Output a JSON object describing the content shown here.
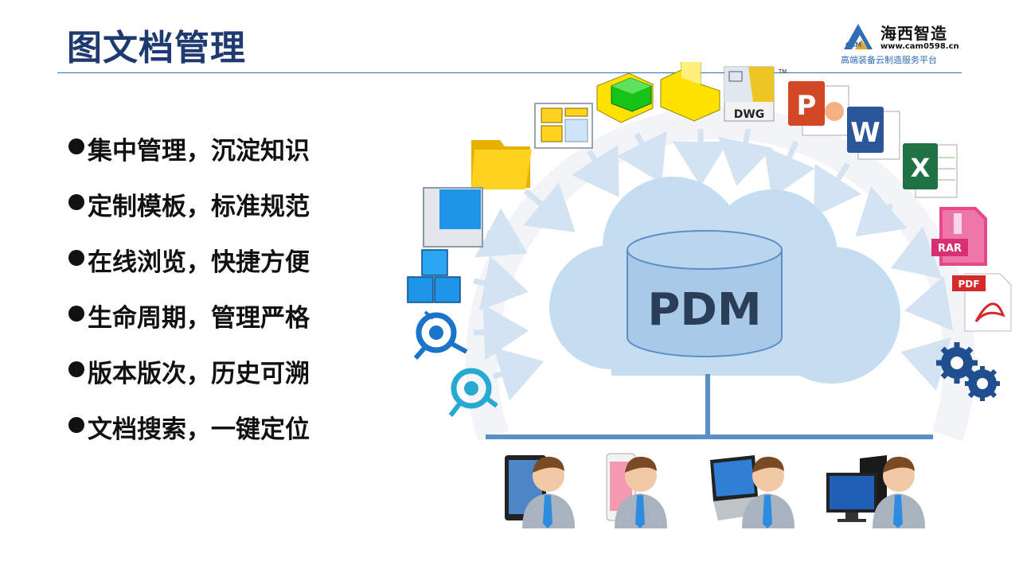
{
  "header": {
    "title": "图文档管理",
    "logo": {
      "brand": "海西智造",
      "url": "www.cam0598.cn",
      "slogan": "高端装备云制造服务平台",
      "mark_text": "CAM"
    }
  },
  "bullets": [
    "集中管理，沉淀知识",
    "定制模板，标准规范",
    "在线浏览，快捷方便",
    "生命周期，管理严格",
    "版本版次，历史可溯",
    "文档搜索，一键定位"
  ],
  "diagram": {
    "center_label": "PDM",
    "file_icons": {
      "dwg": "DWG",
      "tm": "TM",
      "ppt": "P",
      "word": "W",
      "excel": "X",
      "rar": "RAR",
      "pdf": "PDF"
    },
    "clients": [
      "tablet-user",
      "phone-user",
      "laptop-user",
      "desktop-user"
    ]
  },
  "colors": {
    "title": "#1f3a70",
    "cloud": "#c5ddf1",
    "cylinder": "#a9c9e8",
    "arrow": "#d4e3f2",
    "network_line": "#5b8fc9",
    "accent": "#2f6eb5"
  }
}
